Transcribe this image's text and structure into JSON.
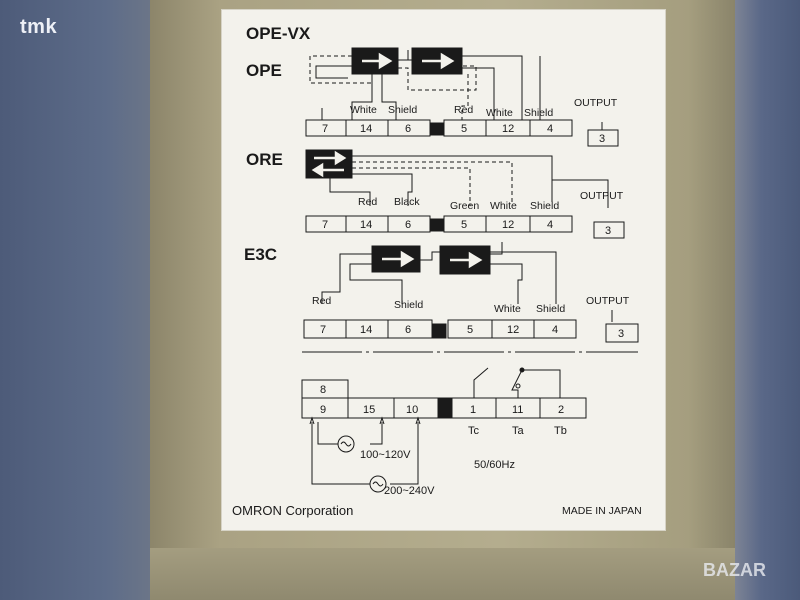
{
  "watermark": "tmk",
  "bottom_watermark": "BAZAR",
  "label": {
    "model": "OPE-VX",
    "sections": [
      {
        "name": "OPE",
        "wires": [
          "White",
          "Shield",
          "Red",
          "White",
          "Shield"
        ],
        "output": "OUTPUT",
        "terminals_left": [
          "7",
          "14",
          "6"
        ],
        "terminals_right": [
          "5",
          "12",
          "4"
        ],
        "output_terminal": "3"
      },
      {
        "name": "ORE",
        "wires": [
          "Red",
          "Black",
          "Green",
          "White",
          "Shield"
        ],
        "output": "OUTPUT",
        "terminals_left": [
          "7",
          "14",
          "6"
        ],
        "terminals_right": [
          "5",
          "12",
          "4"
        ],
        "output_terminal": "3"
      },
      {
        "name": "E3C",
        "wires": [
          "Red",
          "Shield",
          "White",
          "Shield"
        ],
        "output": "OUTPUT",
        "terminals_left": [
          "7",
          "14",
          "6"
        ],
        "terminals_right": [
          "5",
          "12",
          "4"
        ],
        "output_terminal": "3"
      }
    ],
    "power": {
      "top_terminal": "8",
      "terminals": [
        "9",
        "15",
        "10",
        "1",
        "11",
        "2"
      ],
      "contacts": [
        "Tc",
        "Ta",
        "Tb"
      ],
      "voltage_low": "100~120V",
      "voltage_high": "200~240V",
      "frequency": "50/60Hz"
    },
    "maker": "OMRON Corporation",
    "origin": "MADE IN JAPAN"
  }
}
